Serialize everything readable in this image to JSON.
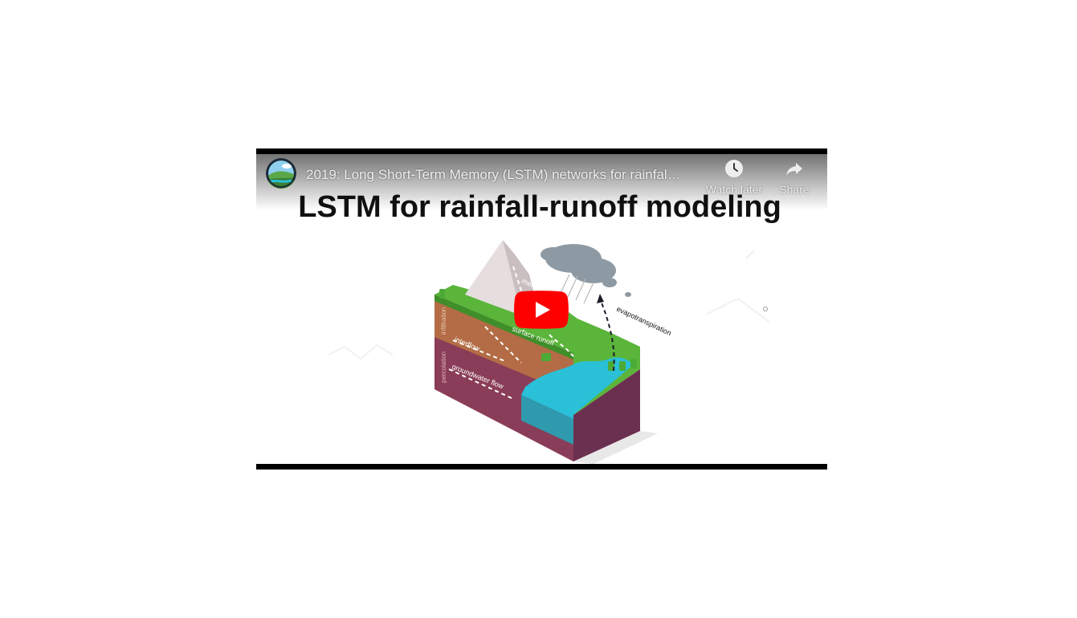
{
  "video": {
    "title": "2019: Long Short-Term Memory (LSTM) networks for rainfal…",
    "thumbnail_heading": "LSTM for rainfall-runoff modeling",
    "labels": {
      "melt": "melt",
      "surface_runoff": "surface runoff",
      "evapotranspiration": "evapotranspiration",
      "infiltration": "infiltration",
      "interflow": "interflow",
      "percolation": "percolation",
      "groundwater_flow": "groundwater flow"
    }
  },
  "controls": {
    "watch_later_label": "Watch later",
    "share_label": "Share",
    "watch_later_icon": "clock-icon",
    "share_icon": "share-arrow-icon",
    "play_icon": "play-icon"
  },
  "colors": {
    "play_red": "#ff0000",
    "soil_top": "#b5754a",
    "soil_bottom": "#7a3a52",
    "grass": "#5ab53a",
    "water": "#29c0d8"
  }
}
